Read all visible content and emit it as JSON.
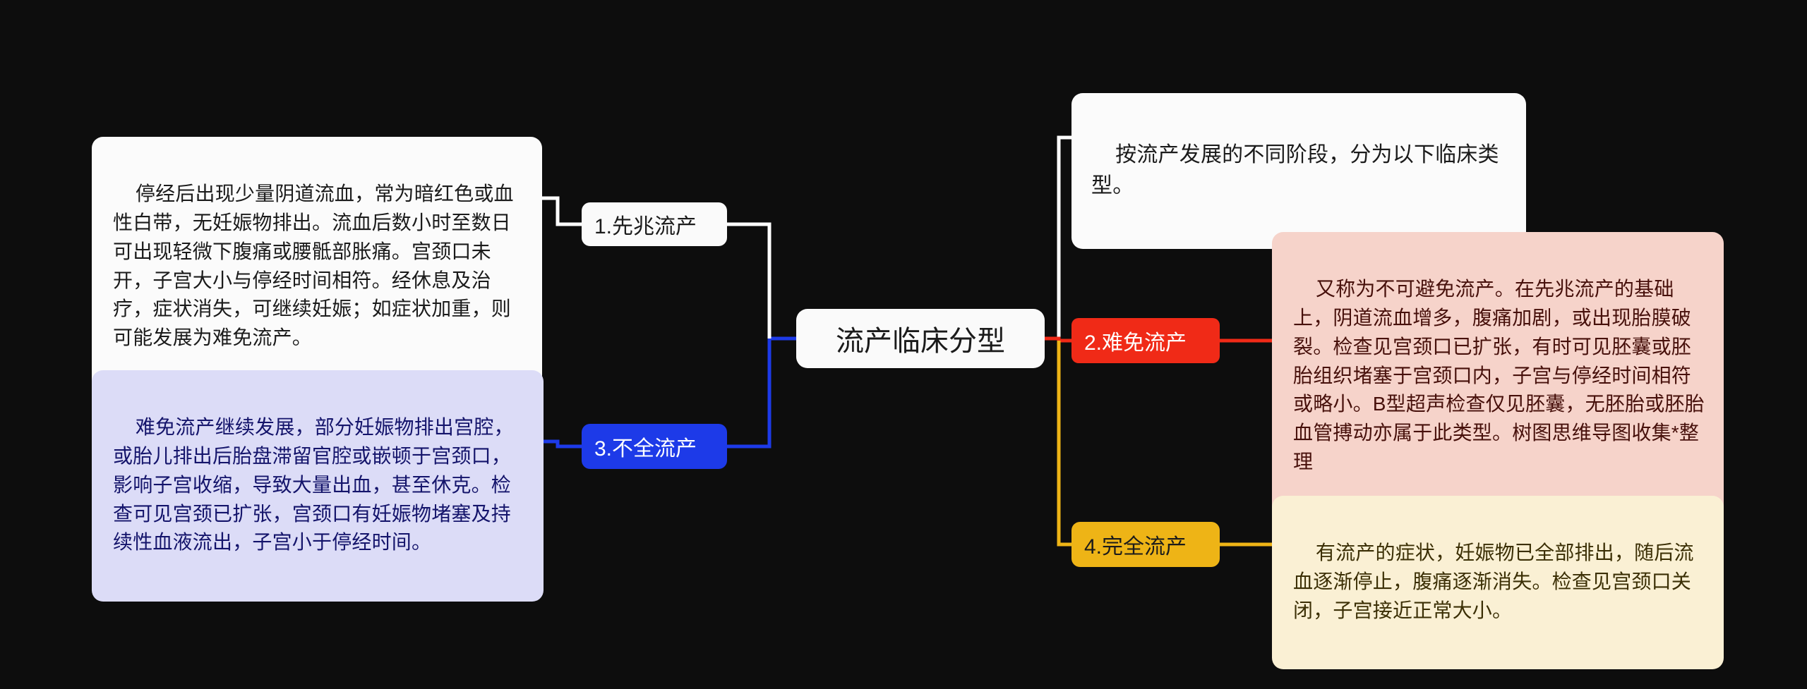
{
  "diagram": {
    "title": "流产临床分型",
    "background_color": "#0d0d0d",
    "root": {
      "label": "流产临床分型",
      "fill": "#fafafa",
      "text_color": "#1b1b1b"
    },
    "intro_note": {
      "text": "按流产发展的不同阶段，分为以下临床类型。",
      "fill": "#fbfbfb",
      "text_color": "#1b1b1b",
      "connector_color": "#ffffff"
    },
    "branches": [
      {
        "id": "branch-1",
        "label": "1.先兆流产",
        "fill": "#fafafa",
        "text_color": "#1b1b1b",
        "connector_color": "#ffffff",
        "detail": {
          "text": "停经后出现少量阴道流血，常为暗红色或血性白带，无妊娠物排出。流血后数小时至数日可出现轻微下腹痛或腰骶部胀痛。宫颈口未开，子宫大小与停经时间相符。经休息及治疗，症状消失，可继续妊娠；如症状加重，则可能发展为难免流产。",
          "fill": "#fbfbfb",
          "text_color": "#1b1b1b"
        }
      },
      {
        "id": "branch-2",
        "label": "2.难免流产",
        "fill": "#f02a17",
        "text_color": "#ffffff",
        "connector_color": "#f02a17",
        "detail": {
          "text": "又称为不可避免流产。在先兆流产的基础上，阴道流血增多，腹痛加剧，或出现胎膜破裂。检查见宫颈口已扩张，有时可见胚囊或胚胎组织堵塞于宫颈口内，子宫与停经时间相符或略小。B型超声检查仅见胚囊，无胚胎或胚胎血管搏动亦属于此类型。树图思维导图收集*整理",
          "fill": "#f6d3ca",
          "text_color": "#47100b"
        }
      },
      {
        "id": "branch-3",
        "label": "3.不全流产",
        "fill": "#1d3ae8",
        "text_color": "#ffffff",
        "connector_color": "#1d3ae8",
        "detail": {
          "text": "难免流产继续发展，部分妊娠物排出宫腔，或胎儿排出后胎盘滞留官腔或嵌顿于宫颈口，影响子宫收缩，导致大量出血，甚至休克。检查可见宫颈已扩张，宫颈口有妊娠物堵塞及持续性血液流出，子宫小于停经时间。",
          "fill": "#dcdcf7",
          "text_color": "#14146b"
        }
      },
      {
        "id": "branch-4",
        "label": "4.完全流产",
        "fill": "#eeb416",
        "text_color": "#1b1b1b",
        "connector_color": "#eeb416",
        "detail": {
          "text": "有流产的症状，妊娠物已全部排出，随后流血逐渐停止，腹痛逐渐消失。检查见宫颈口关闭，子宫接近正常大小。",
          "fill": "#faf0d4",
          "text_color": "#3b2f05"
        }
      }
    ]
  }
}
